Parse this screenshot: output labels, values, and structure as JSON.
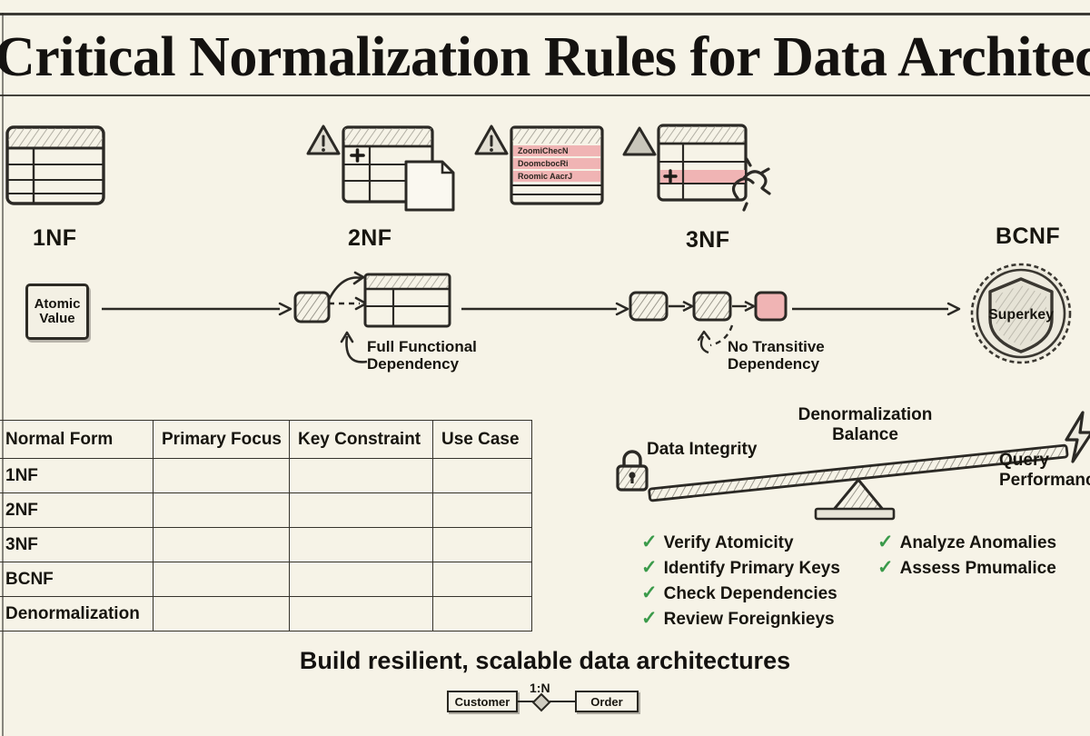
{
  "page": {
    "title": "Critical Normalization Rules for Data Architecture",
    "tagline": "Build resilient, scalable data architectures",
    "background_color": "#f6f3e7",
    "ink_color": "#1a1814",
    "accent_pink": "#f0b6b6",
    "accent_green": "#3a9a4a"
  },
  "stages": [
    {
      "label": "1NF",
      "icon": "table-icon"
    },
    {
      "label": "2NF",
      "icon": "table-plus-document-icon"
    },
    {
      "label": "3NF",
      "icon": "table-broken-link-icon"
    },
    {
      "label": "BCNF",
      "icon": "shield-badge-icon"
    }
  ],
  "stage_extras": {
    "warning_icon_1": "warning-triangle-icon",
    "warning_icon_2": "warning-triangle-icon",
    "warning_icon_3": "triangle-icon",
    "garbled_rows": [
      "ZoomiChecN",
      "DoomcbocRi",
      "Roomic AacrJ"
    ]
  },
  "flow": {
    "atomic_value": [
      "Atomic",
      "Value"
    ],
    "annotations": [
      {
        "text": "Full Functional\nDependency",
        "line1": "Full Functional",
        "line2": "Dependency"
      },
      {
        "text": "No Transitive\nDependency",
        "line1": "No Transitive",
        "line2": "Dependency"
      }
    ],
    "badge_text": "Superkey"
  },
  "comparison_table": {
    "headers": [
      "Normal Form",
      "Primary Focus",
      "Key Constraint",
      "Use Case"
    ],
    "rows": [
      {
        "normal_form": "1NF",
        "primary_focus": "",
        "key_constraint": "",
        "use_case": ""
      },
      {
        "normal_form": "2NF",
        "primary_focus": "",
        "key_constraint": "",
        "use_case": ""
      },
      {
        "normal_form": "3NF",
        "primary_focus": "",
        "key_constraint": "",
        "use_case": ""
      },
      {
        "normal_form": "BCNF",
        "primary_focus": "",
        "key_constraint": "",
        "use_case": ""
      },
      {
        "normal_form": "Denormalization",
        "primary_focus": "",
        "key_constraint": "",
        "use_case": ""
      }
    ]
  },
  "balance": {
    "title_line1": "Denormalization",
    "title_line2": "Balance",
    "left_label": "Data Integrity",
    "left_icon": "padlock-icon",
    "right_label_line1": "Query",
    "right_label_line2": "Performance",
    "right_icon": "lightning-bolt-icon"
  },
  "checklist": {
    "left_column": [
      "Verify Atomicity",
      "Identify Primary Keys",
      "Check Dependencies",
      "Review Foreignkieys"
    ],
    "right_column": [
      "Analyze Anomalies",
      "Assess Pmumalice"
    ],
    "mark": "✓"
  },
  "er_diagram": {
    "left_entity": "Customer",
    "right_entity": "Order",
    "cardinality": "1:N",
    "relationship_icon": "diamond-icon"
  }
}
